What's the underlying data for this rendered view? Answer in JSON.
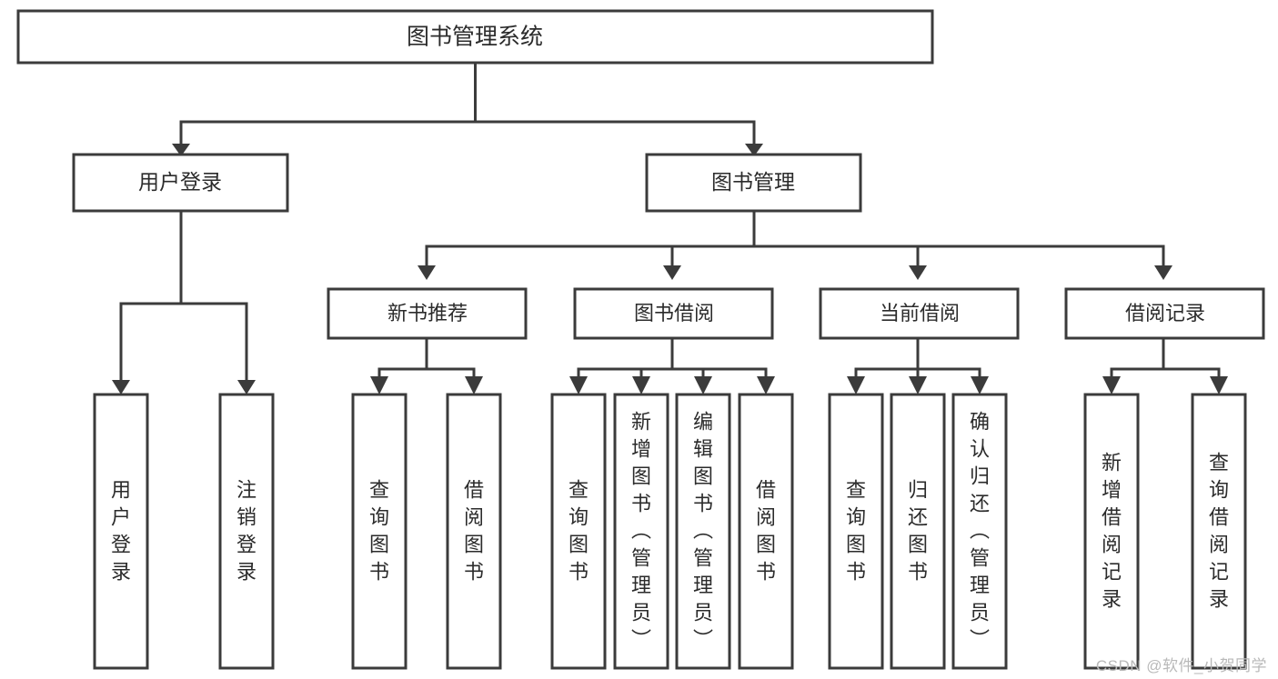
{
  "diagram": {
    "title": "图书管理系统",
    "type": "tree-hierarchy-chart",
    "root": {
      "id": "root",
      "label": "图书管理系统",
      "level": 1
    },
    "level2": [
      {
        "id": "user-login",
        "label": "用户登录"
      },
      {
        "id": "book-manage",
        "label": "图书管理"
      }
    ],
    "level3": [
      {
        "id": "new-book-rec",
        "label": "新书推荐",
        "parent": "book-manage"
      },
      {
        "id": "book-borrow",
        "label": "图书借阅",
        "parent": "book-manage"
      },
      {
        "id": "current-borrow",
        "label": "当前借阅",
        "parent": "book-manage"
      },
      {
        "id": "borrow-record",
        "label": "借阅记录",
        "parent": "book-manage"
      }
    ],
    "leaves": [
      {
        "id": "leaf-user-login",
        "label": "用户登录",
        "parent": "user-login"
      },
      {
        "id": "leaf-logout",
        "label": "注销登录",
        "parent": "user-login"
      },
      {
        "id": "leaf-query-book-1",
        "label": "查询图书",
        "parent": "new-book-rec"
      },
      {
        "id": "leaf-borrow-book-1",
        "label": "借阅图书",
        "parent": "new-book-rec"
      },
      {
        "id": "leaf-query-book-2",
        "label": "查询图书",
        "parent": "book-borrow"
      },
      {
        "id": "leaf-add-book",
        "label": "新增图书（管理员）",
        "parent": "book-borrow"
      },
      {
        "id": "leaf-edit-book",
        "label": "编辑图书（管理员）",
        "parent": "book-borrow"
      },
      {
        "id": "leaf-borrow-book-2",
        "label": "借阅图书",
        "parent": "book-borrow"
      },
      {
        "id": "leaf-query-book-3",
        "label": "查询图书",
        "parent": "current-borrow"
      },
      {
        "id": "leaf-return-book",
        "label": "归还图书",
        "parent": "current-borrow"
      },
      {
        "id": "leaf-confirm-return",
        "label": "确认归还（管理员）",
        "parent": "current-borrow"
      },
      {
        "id": "leaf-add-record",
        "label": "新增借阅记录",
        "parent": "borrow-record"
      },
      {
        "id": "leaf-query-record",
        "label": "查询借阅记录",
        "parent": "borrow-record"
      }
    ],
    "colors": {
      "stroke": "#3b3b3b",
      "fill": "#ffffff",
      "text": "#2b2b2b",
      "watermark": "#b9b9b9"
    }
  },
  "watermark": {
    "text": "CSDN @软件_小贺同学"
  }
}
